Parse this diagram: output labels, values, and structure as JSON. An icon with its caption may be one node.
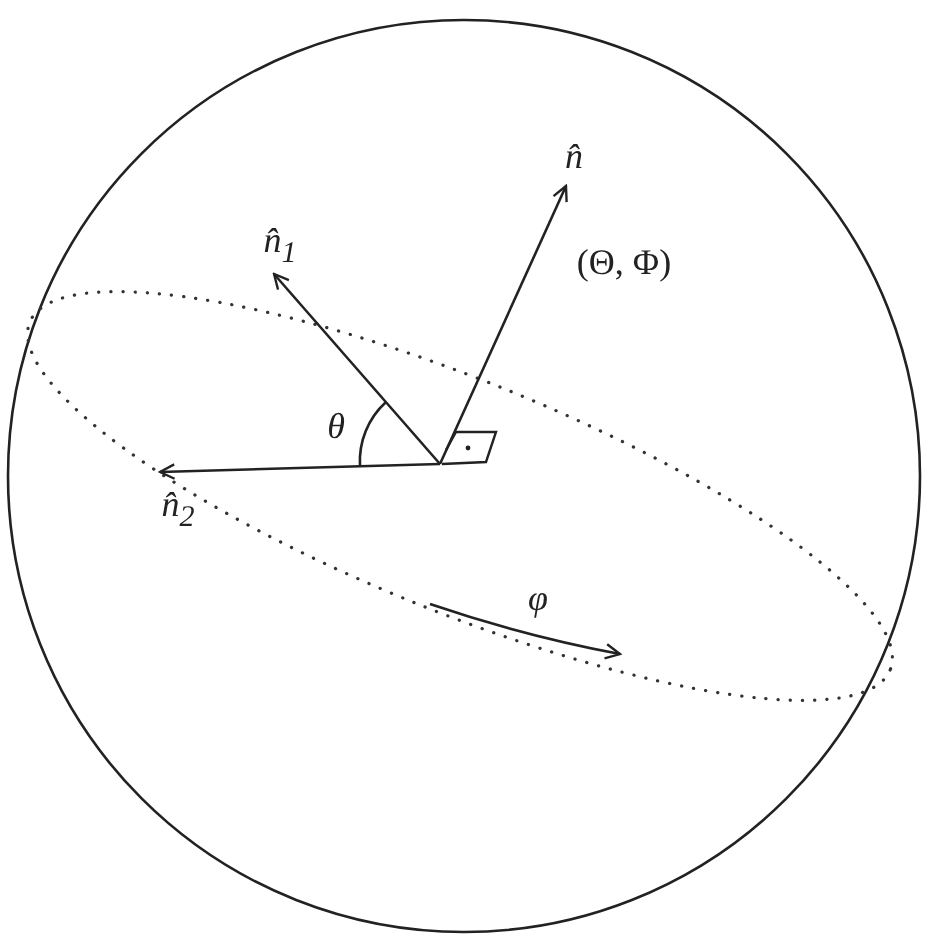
{
  "diagram": {
    "labels": [
      "n̂",
      "n̂$_{1}$",
      "(Θ, Φ)",
      "θ",
      "n̂$_{2}$",
      "φ"
    ]
  }
}
